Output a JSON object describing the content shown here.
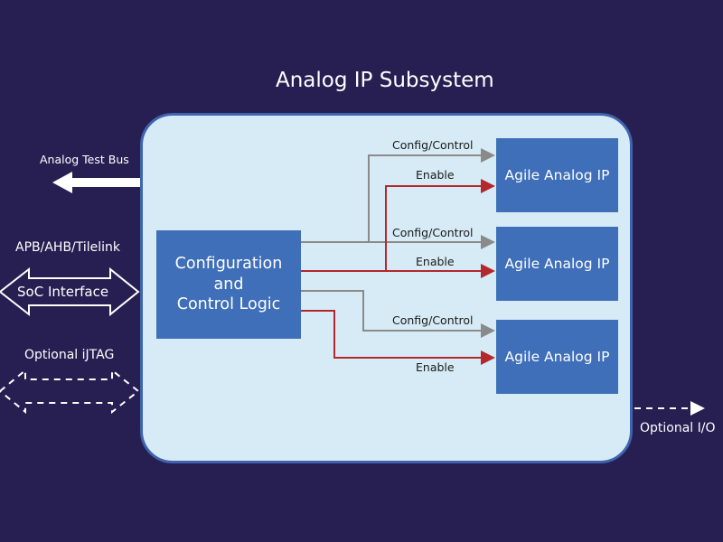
{
  "title": "Analog IP Subsystem",
  "control_block": {
    "lines": [
      "Configuration",
      "and",
      "Control Logic"
    ]
  },
  "ip_blocks": [
    {
      "label": "Agile Analog IP"
    },
    {
      "label": "Agile Analog IP"
    },
    {
      "label": "Agile Analog IP"
    }
  ],
  "signals": {
    "config": "Config/Control",
    "enable": "Enable"
  },
  "external": {
    "analog_test_bus": "Analog Test Bus",
    "bus_protocols": "APB/AHB/Tilelink",
    "soc_interface": "SoC Interface",
    "optional_ijtag": "Optional iJTAG",
    "optional_io": "Optional I/O"
  },
  "colors": {
    "background": "#271f52",
    "subsystem_fill": "#d6ebf6",
    "block_fill": "#3f6fb8",
    "config_line": "#8a8a8a",
    "enable_line": "#b3282d"
  }
}
